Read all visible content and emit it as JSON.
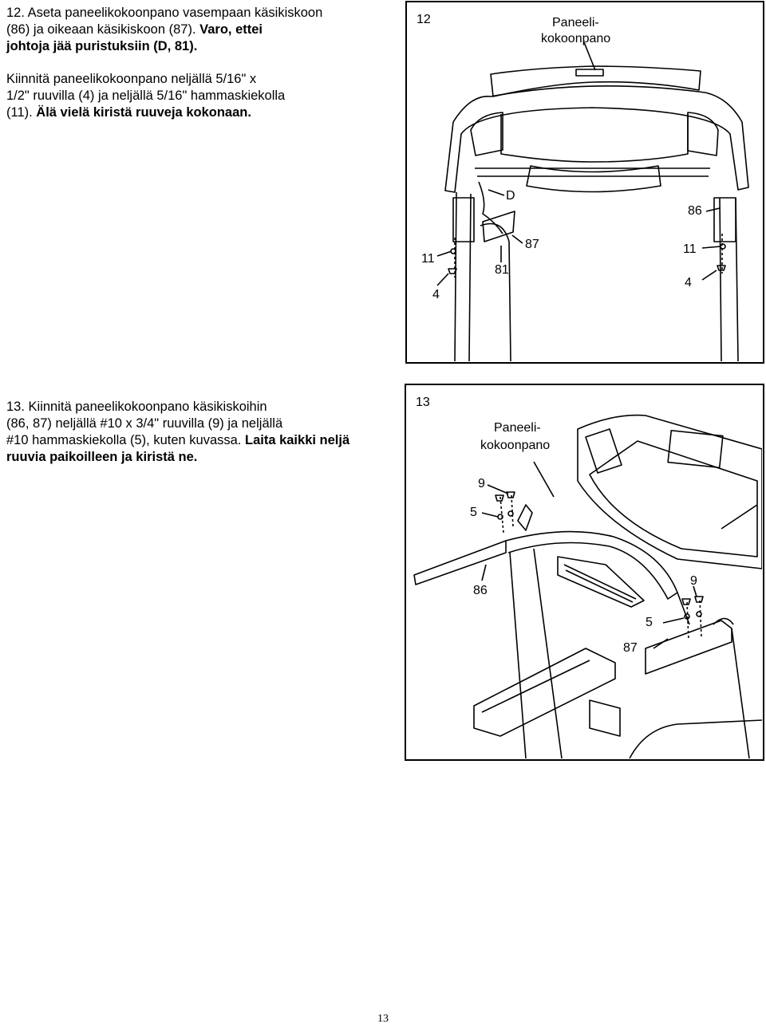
{
  "step12": {
    "line1": "12. Aseta paneelikokoonpano vasempaan käsikiskoon",
    "line2a": "(86) ja oikeaan käsikiskoon (87). ",
    "line2b": "Varo, ettei",
    "line3": "johtoja jää puristuksiin (D, 81).",
    "p2_line1": "Kiinnitä paneelikokoonpano neljällä 5/16\" x",
    "p2_line2": "1/2\" ruuvilla (4) ja neljällä 5/16\" hammaskiekolla",
    "p2_line3a": "(11). ",
    "p2_line3b": "Älä vielä kiristä ruuveja kokonaan."
  },
  "figure12": {
    "step_number": "12",
    "panel_label_1": "Paneeli-",
    "panel_label_2": "kokoonpano",
    "callout_D": "D",
    "callout_86": "86",
    "callout_87": "87",
    "callout_11_left": "11",
    "callout_11_right": "11",
    "callout_81": "81",
    "callout_4_left": "4",
    "callout_4_right": "4"
  },
  "step13": {
    "line1": "13. Kiinnitä paneelikokoonpano käsikiskoihin",
    "line2": "(86, 87) neljällä #10 x 3/4\" ruuvilla (9) ja neljällä",
    "line3a": "#10 hammaskiekolla (5), kuten kuvassa. ",
    "line3b": "Laita kaikki neljä",
    "line4": "ruuvia paikoilleen ja kiristä ne."
  },
  "figure13": {
    "step_number": "13",
    "panel_label_1": "Paneeli-",
    "panel_label_2": "kokoonpano",
    "callout_9_left": "9",
    "callout_5_left": "5",
    "callout_86": "86",
    "callout_9_right": "9",
    "callout_5_right": "5",
    "callout_87": "87"
  },
  "page_number": "13"
}
